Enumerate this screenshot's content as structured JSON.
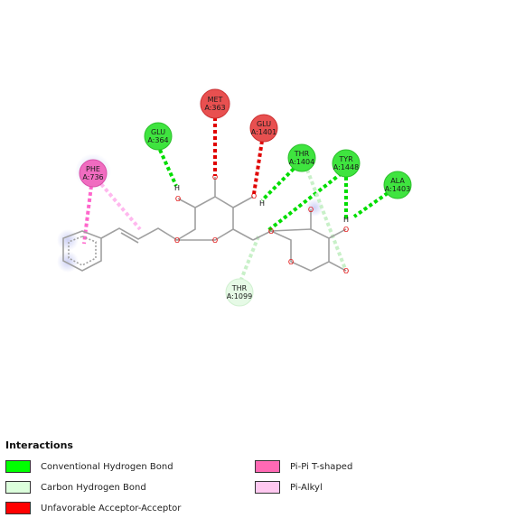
{
  "residues": [
    {
      "id": "met363",
      "name": "MET",
      "chain": "A:363",
      "type": "unfavorable"
    },
    {
      "id": "glu364",
      "name": "GLU",
      "chain": "A:364",
      "type": "conventional"
    },
    {
      "id": "glu1401",
      "name": "GLU",
      "chain": "A:1401",
      "type": "unfavorable"
    },
    {
      "id": "thr1404",
      "name": "THR",
      "chain": "A:1404",
      "type": "conventional"
    },
    {
      "id": "tyr1448",
      "name": "TYR",
      "chain": "A:1448",
      "type": "conventional"
    },
    {
      "id": "ala1403",
      "name": "ALA",
      "chain": "A:1403",
      "type": "conventional"
    },
    {
      "id": "phe736",
      "name": "PHE",
      "chain": "A:736",
      "type": "pipi"
    },
    {
      "id": "thr1099",
      "name": "THR",
      "chain": "A:1099",
      "type": "carbon"
    }
  ],
  "atoms": {
    "oxygen": "O",
    "hydrogen": "H"
  },
  "legend": {
    "title": "Interactions",
    "items": [
      {
        "id": "conventional",
        "label": "Conventional Hydrogen Bond",
        "color": "#00ff00"
      },
      {
        "id": "carbon",
        "label": "Carbon Hydrogen Bond",
        "color": "#dcffdc"
      },
      {
        "id": "unfavorable",
        "label": "Unfavorable Acceptor-Acceptor",
        "color": "#ff0000"
      },
      {
        "id": "pipi",
        "label": "Pi-Pi T-shaped",
        "color": "#ff69b4"
      },
      {
        "id": "pialkyl",
        "label": "Pi-Alkyl",
        "color": "#ffc8f0"
      }
    ]
  },
  "colors": {
    "conventional_fill": "#3fe43f",
    "conventional_line": "#00dd00",
    "carbon_fill": "#dcf8dc",
    "carbon_line": "#c8f0c8",
    "unfavorable_fill": "#e85050",
    "unfavorable_line": "#e00000",
    "pipi_fill": "#f06cc0",
    "pipi_line": "#ff66cc",
    "pialkyl_line": "#ffb8ee",
    "bond": "#a0a0a0",
    "oxygen": "#e00000"
  }
}
